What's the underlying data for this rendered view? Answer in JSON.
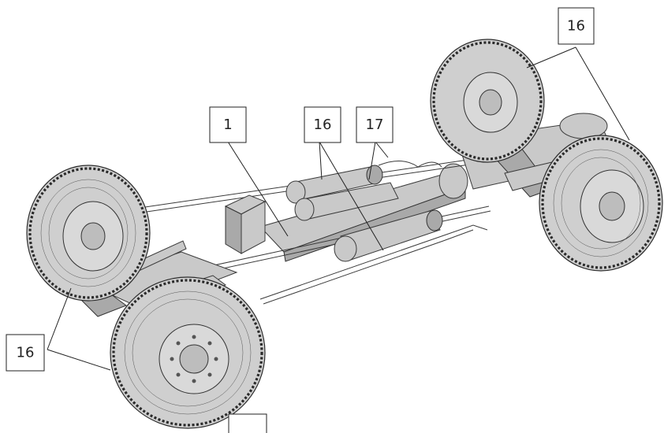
{
  "callouts": {
    "rear_tyres": "16",
    "front_tyres": "16",
    "center_tank": "16",
    "frame": "1",
    "pipe": "17"
  }
}
